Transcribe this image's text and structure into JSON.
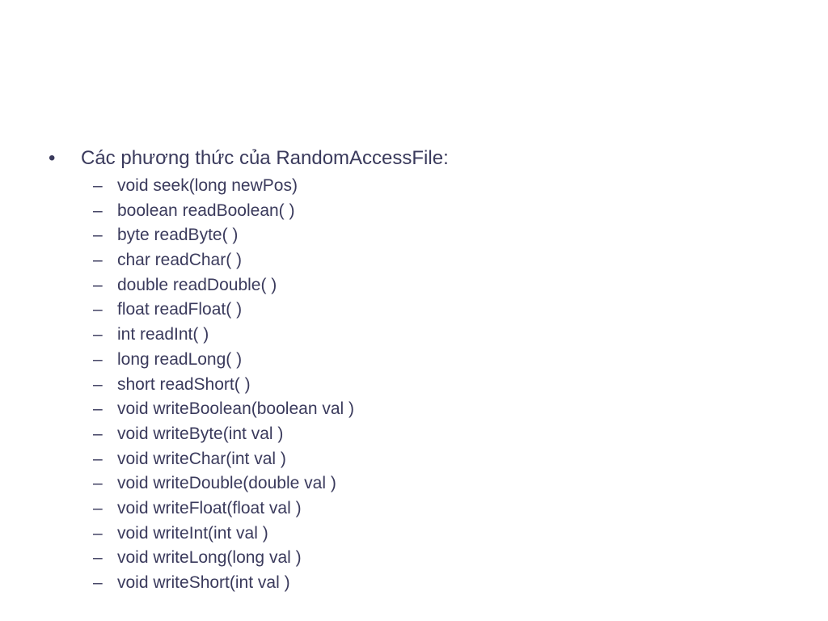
{
  "slide": {
    "bullet_symbol": "•",
    "dash_symbol": "–",
    "heading": "Các phương thức của RandomAccessFile:",
    "methods": [
      "void seek(long newPos)",
      "boolean readBoolean( )",
      "byte readByte( )",
      "char readChar( )",
      "double readDouble( )",
      "float readFloat( )",
      "int readInt( )",
      "long readLong( )",
      "short readShort( )",
      "void writeBoolean(boolean val )",
      "void writeByte(int val )",
      "void writeChar(int val )",
      "void writeDouble(double val )",
      "void writeFloat(float val )",
      "void writeInt(int val )",
      "void writeLong(long val )",
      "void writeShort(int val )"
    ]
  },
  "colors": {
    "text": "#3a3a5c",
    "background": "#ffffff"
  }
}
